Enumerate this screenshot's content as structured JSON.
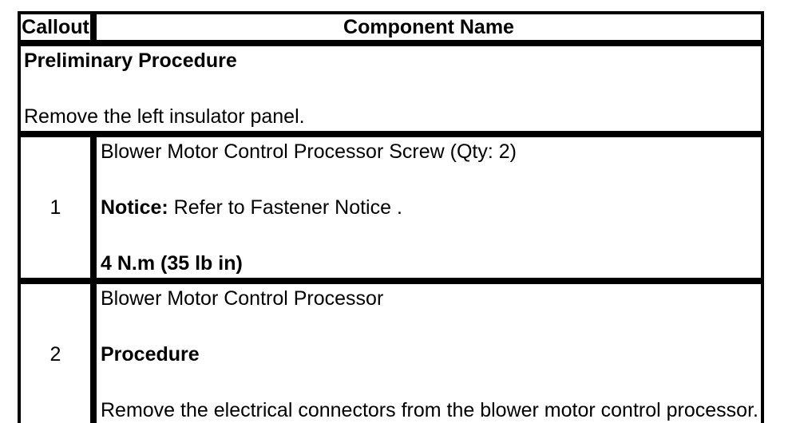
{
  "table": {
    "header": {
      "callout_label": "Callout",
      "component_label": "Component Name"
    },
    "preliminary": {
      "lines": [
        [
          {
            "text": "Preliminary Procedure",
            "bold": true
          }
        ],
        [],
        [
          {
            "text": "Remove the left insulator panel.",
            "bold": false
          }
        ]
      ]
    },
    "rows": [
      {
        "callout": "1",
        "lines": [
          [
            {
              "text": "Blower Motor Control Processor Screw (Qty: 2)",
              "bold": false
            }
          ],
          [],
          [
            {
              "text": "Notice:",
              "bold": true
            },
            {
              "text": " Refer to Fastener Notice .",
              "bold": false
            }
          ],
          [],
          [
            {
              "text": "4 N.m (35 lb in)",
              "bold": true
            }
          ]
        ]
      },
      {
        "callout": "2",
        "lines": [
          [
            {
              "text": "Blower Motor Control Processor",
              "bold": false
            }
          ],
          [],
          [
            {
              "text": "Procedure",
              "bold": true
            }
          ],
          [],
          [
            {
              "text": "Remove the electrical connectors from the blower motor control processor.",
              "bold": false
            }
          ]
        ]
      }
    ]
  },
  "colors": {
    "border": "#000000",
    "text": "#000000",
    "background": "#ffffff"
  }
}
